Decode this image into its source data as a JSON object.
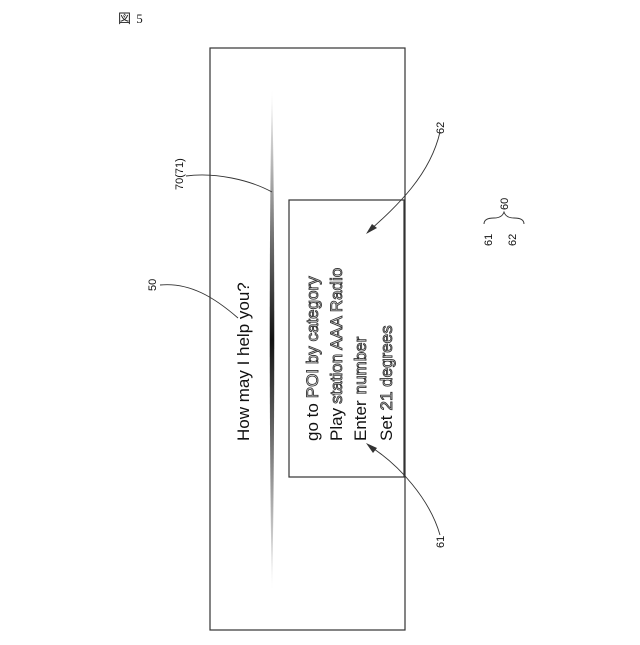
{
  "figure": {
    "label": "図 5"
  },
  "screen": {
    "prompt": "How may I help you?"
  },
  "suggestions": {
    "rows": [
      {
        "plain": "go to",
        "highlight": "POI by category"
      },
      {
        "plain": "Play",
        "highlight": "station AAA Radio"
      },
      {
        "plain": "Enter",
        "highlight": "number"
      },
      {
        "plain": "Set",
        "highlight": "21 degrees"
      }
    ]
  },
  "references": {
    "ref_50": "50",
    "ref_70": "70(71)",
    "ref_62_top": "62",
    "ref_61_bottom": "61",
    "legend_61": "61",
    "legend_62": "62",
    "legend_60": "60"
  },
  "colors": {
    "line": "#333333",
    "text": "#111111",
    "background": "#ffffff"
  }
}
